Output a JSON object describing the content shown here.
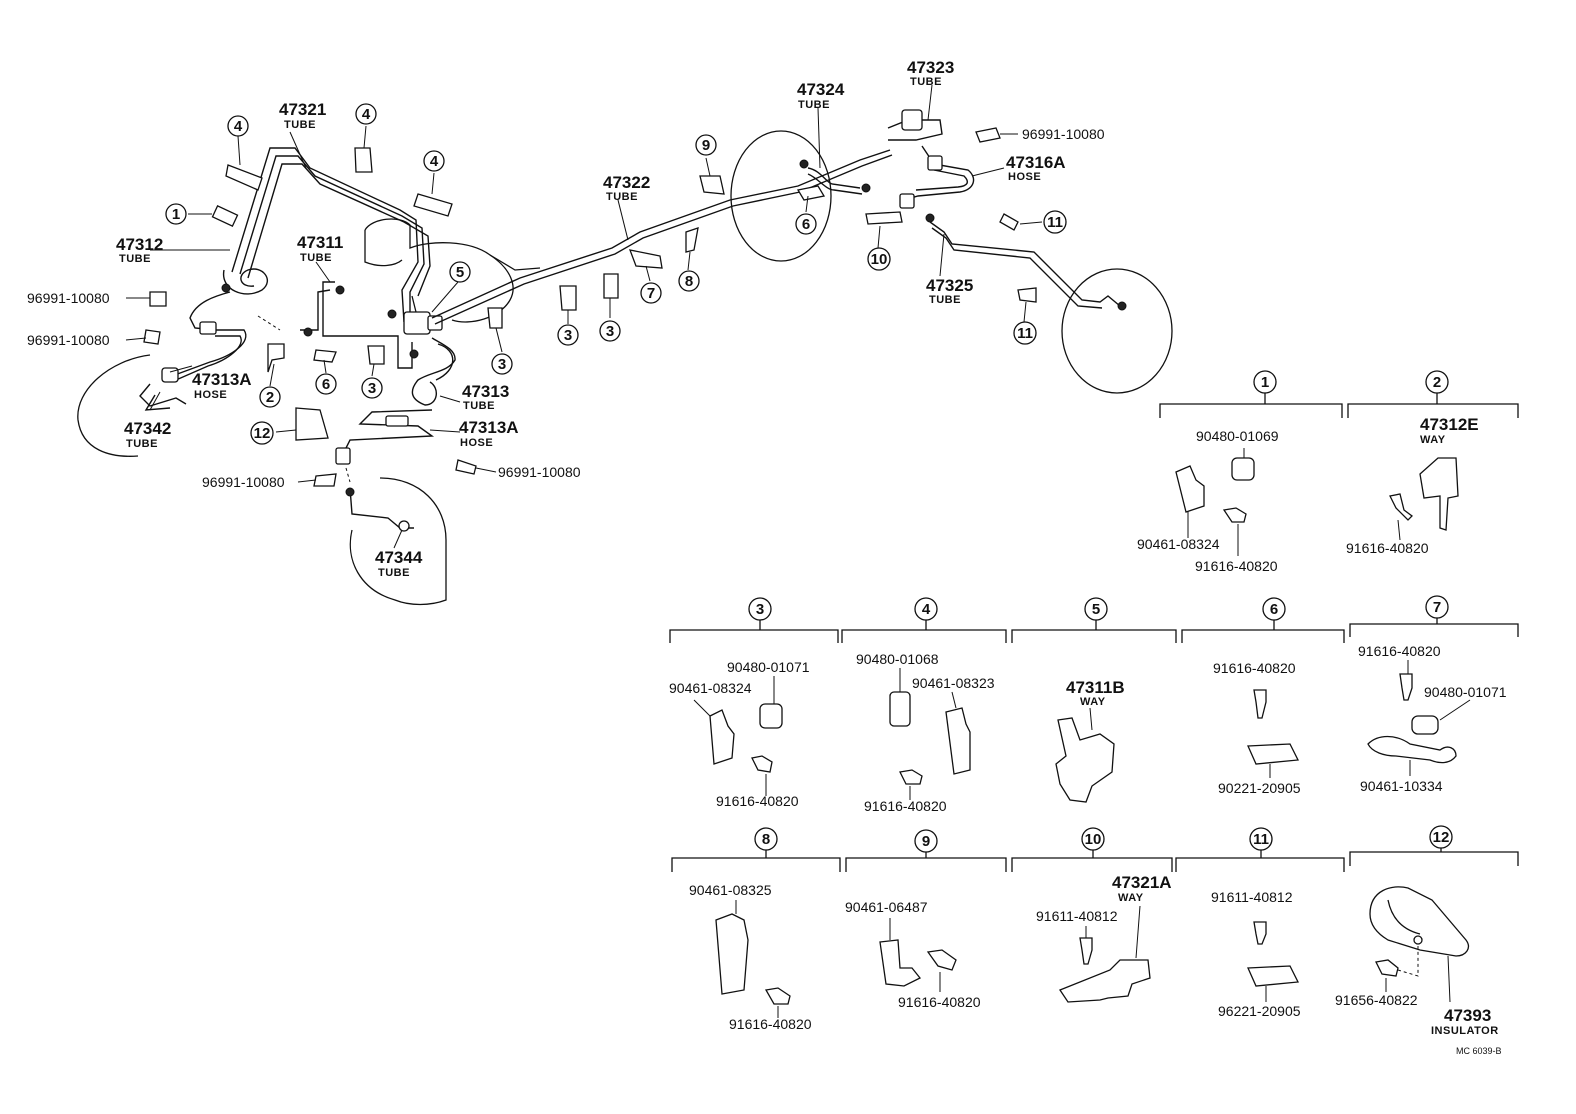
{
  "main": {
    "labels": [
      {
        "id": "47321",
        "pn": "47321",
        "kind": "TUBE"
      },
      {
        "id": "47312",
        "pn": "47312",
        "kind": "TUBE"
      },
      {
        "id": "47311",
        "pn": "47311",
        "kind": "TUBE"
      },
      {
        "id": "47313A-left",
        "pn": "47313A",
        "kind": "HOSE"
      },
      {
        "id": "47342",
        "pn": "47342",
        "kind": "TUBE"
      },
      {
        "id": "47313",
        "pn": "47313",
        "kind": "TUBE"
      },
      {
        "id": "47313A-center",
        "pn": "47313A",
        "kind": "HOSE"
      },
      {
        "id": "47344",
        "pn": "47344",
        "kind": "TUBE"
      },
      {
        "id": "47322",
        "pn": "47322",
        "kind": "TUBE"
      },
      {
        "id": "47324",
        "pn": "47324",
        "kind": "TUBE"
      },
      {
        "id": "47323",
        "pn": "47323",
        "kind": "TUBE"
      },
      {
        "id": "47316A",
        "pn": "47316A",
        "kind": "HOSE"
      },
      {
        "id": "47325",
        "pn": "47325",
        "kind": "TUBE"
      }
    ],
    "clip_refs": [
      "96991-10080",
      "96991-10080",
      "96991-10080",
      "96991-10080",
      "96991-10080"
    ],
    "circled_numbers": [
      "1",
      "2",
      "3",
      "4",
      "5",
      "6",
      "7",
      "8",
      "9",
      "10",
      "11",
      "12"
    ]
  },
  "details": {
    "d1": {
      "num": "1",
      "parts": [
        "90480-01069",
        "90461-08324",
        "91616-40820"
      ]
    },
    "d2": {
      "num": "2",
      "pn": "47312E",
      "kind": "WAY",
      "parts": [
        "91616-40820"
      ]
    },
    "d3": {
      "num": "3",
      "parts": [
        "90480-01071",
        "90461-08324",
        "91616-40820"
      ]
    },
    "d4": {
      "num": "4",
      "parts": [
        "90480-01068",
        "90461-08323",
        "91616-40820"
      ]
    },
    "d5": {
      "num": "5",
      "pn": "47311B",
      "kind": "WAY"
    },
    "d6": {
      "num": "6",
      "parts": [
        "91616-40820",
        "90221-20905"
      ]
    },
    "d7": {
      "num": "7",
      "parts": [
        "91616-40820",
        "90480-01071",
        "90461-10334"
      ]
    },
    "d8": {
      "num": "8",
      "parts": [
        "90461-08325",
        "91616-40820"
      ]
    },
    "d9": {
      "num": "9",
      "parts": [
        "90461-06487",
        "91616-40820"
      ]
    },
    "d10": {
      "num": "10",
      "pn": "47321A",
      "kind": "WAY",
      "parts": [
        "91611-40812"
      ]
    },
    "d11": {
      "num": "11",
      "parts": [
        "91611-40812",
        "96221-20905"
      ]
    },
    "d12": {
      "num": "12",
      "pn": "47393",
      "kind": "INSULATOR",
      "parts": [
        "91656-40822"
      ]
    }
  },
  "footer": {
    "code": "MC  6039-B"
  }
}
